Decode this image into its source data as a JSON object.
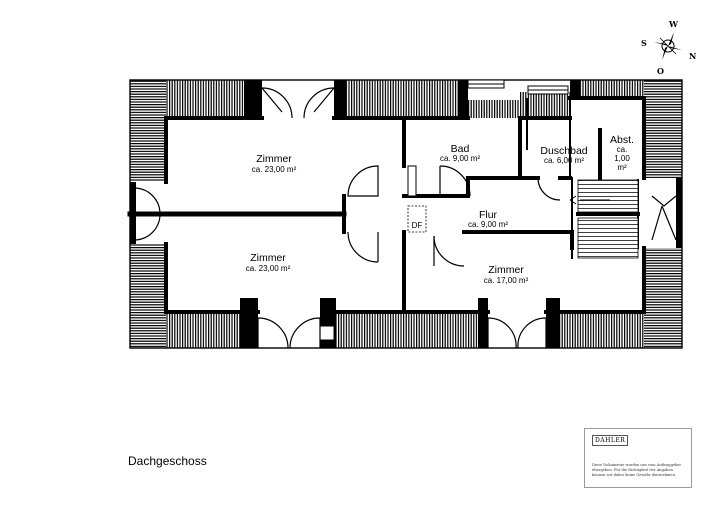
{
  "floor_label": "Dachgeschoss",
  "compass": {
    "north": "N",
    "south": "S",
    "west": "W",
    "east": "O"
  },
  "rooms": [
    {
      "id": "zimmer1",
      "name": "Zimmer",
      "area": "ca. 23,00 m²"
    },
    {
      "id": "bad",
      "name": "Bad",
      "area": "ca. 9,00 m²"
    },
    {
      "id": "duschbad",
      "name": "Duschbad",
      "area": "ca. 6,00 m²"
    },
    {
      "id": "abst",
      "name": "Abst.",
      "area_line1": "ca.",
      "area_line2": "1,00",
      "area_line3": "m²"
    },
    {
      "id": "flur",
      "name": "Flur",
      "area": "ca. 9,00 m²"
    },
    {
      "id": "zimmer2",
      "name": "Zimmer",
      "area": "ca. 23,00 m²"
    },
    {
      "id": "zimmer3",
      "name": "Zimmer",
      "area": "ca. 17,00 m²"
    }
  ],
  "skylight_label": "DF",
  "logo": {
    "brand": "DAHLER",
    "disclaimer": "Diese Dokumente wurden uns vom Auftraggeber übergeben. Für die Richtigkeit der Angaben können wir daher keine Gewähr übernehmen."
  },
  "colors": {
    "wall": "#000000",
    "background": "#ffffff"
  }
}
